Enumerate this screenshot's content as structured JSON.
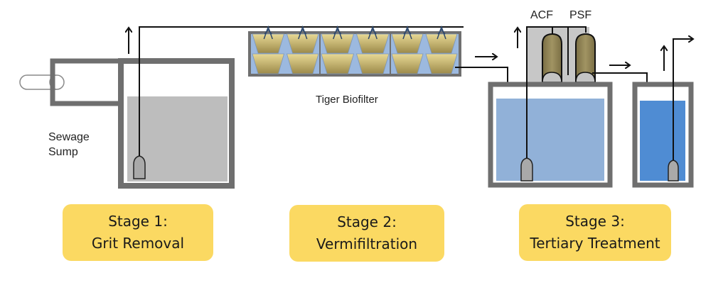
{
  "labels": {
    "sump": [
      "Sewage",
      "Sump"
    ],
    "biofilter": "Tiger Biofilter",
    "acf": "ACF",
    "psf": "PSF"
  },
  "stages": [
    {
      "title": "Stage 1:",
      "subtitle": "Grit Removal"
    },
    {
      "title": "Stage 2:",
      "subtitle": "Vermifiltration"
    },
    {
      "title": "Stage 3:",
      "subtitle": "Tertiary Treatment"
    }
  ],
  "colors": {
    "tank_wall": "#6f6f6f",
    "sump_water": "#bdbdbd",
    "tertiary_water": "#91b1d8",
    "final_water": "#4f8cd3",
    "media": "#b8a862",
    "filter_vessel": "#8c7f52",
    "filter_housing": "#c7c7c7",
    "stage_box": "#fbd962",
    "pipe": "#111111"
  }
}
